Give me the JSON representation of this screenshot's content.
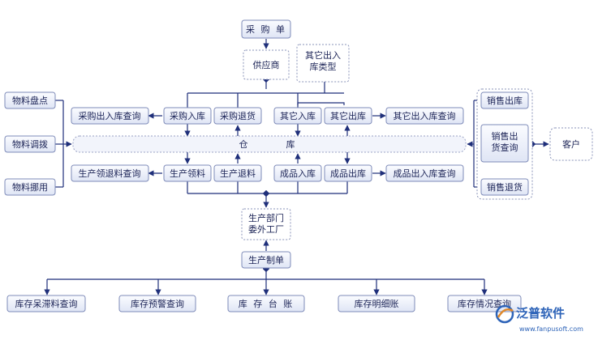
{
  "nodes": {
    "purchase_order": "采 购 单",
    "supplier": "供应商",
    "other_out_type": "其它出入\n库类型",
    "material_count": "物料盘点",
    "material_transfer": "物料调拨",
    "material_borrow": "物料挪用",
    "purchase_query": "采购出入库查询",
    "purchase_in": "采购入库",
    "purchase_return": "采购退货",
    "other_in": "其它入库",
    "other_out": "其它出库",
    "other_query": "其它出入库查询",
    "warehouse_left": "仓",
    "warehouse_right": "库",
    "sales_out": "销售出库",
    "sales_query": "销售出\n货查询",
    "sales_return": "销售退货",
    "customer": "客户",
    "prod_return_query": "生产领退料查询",
    "prod_pick": "生产领料",
    "prod_return": "生产退料",
    "finished_in": "成品入库",
    "finished_out": "成品出库",
    "finished_query": "成品出入库查询",
    "prod_dept": "生产部门\n委外工厂",
    "prod_order": "生产制单",
    "stock_idle": "库存呆滞料查询",
    "stock_warn": "库存预警查询",
    "stock_ledger": "库 存 台 账",
    "stock_detail": "库存明细账",
    "stock_status": "库存情况查询"
  },
  "brand": {
    "name": "泛普软件",
    "url": "www.fanpusoft.com"
  }
}
